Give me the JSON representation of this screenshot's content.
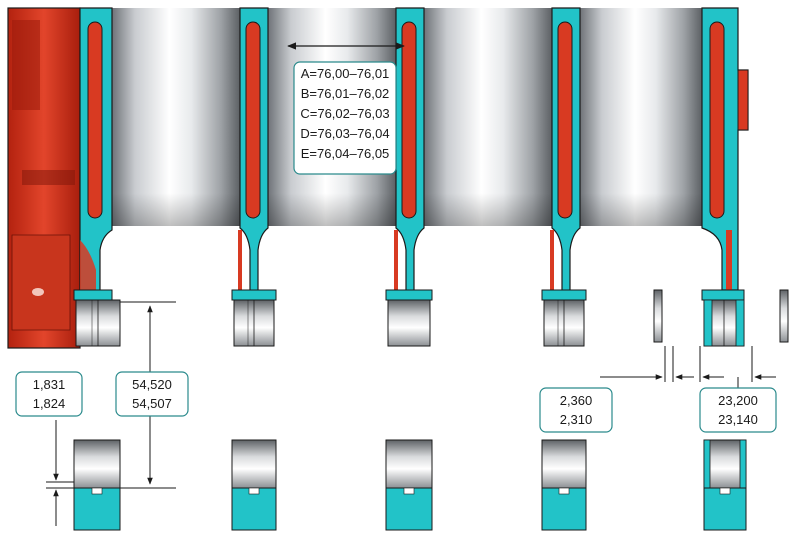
{
  "bore_grades": [
    "A=76,00–76,01",
    "B=76,01–76,02",
    "C=76,02–76,03",
    "D=76,03–76,04",
    "E=76,04–76,05"
  ],
  "bearing_thickness": {
    "max": "1,831",
    "min": "1,824"
  },
  "bearing_bore": {
    "max": "54,520",
    "min": "54,507"
  },
  "thrust_washer_thickness": {
    "max": "2,360",
    "min": "2,310"
  },
  "thrust_journal_width": {
    "max": "23,200",
    "min": "23,140"
  },
  "colors": {
    "block_red": "#d83a22",
    "dark_red": "#8a1c0f",
    "cyan": "#22c3c8",
    "cyan_dark": "#0e8b90",
    "bore_gray": "#b9bcc0",
    "line": "#1a1a1a",
    "label_border": "#2a8a8c"
  },
  "icons": [
    "double-arrow",
    "dimension-line",
    "bearing-shell",
    "thrust-washer"
  ]
}
